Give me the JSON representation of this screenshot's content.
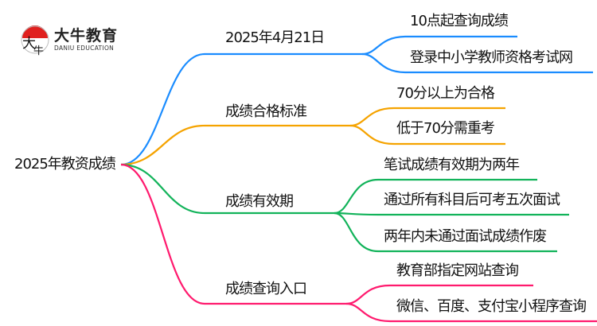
{
  "logo": {
    "name_cn": "大牛教育",
    "name_en": "DANIU EDUCATION",
    "mark": "大牛"
  },
  "root": "2025年教资成绩",
  "colors": {
    "blue": "#1a8cff",
    "orange": "#f5a300",
    "green": "#12b35a",
    "pink": "#ff1a6e"
  },
  "branches": [
    {
      "label": "2025年4月21日",
      "children": [
        "10点起查询成绩",
        "登录中小学教师资格考试网"
      ]
    },
    {
      "label": "成绩合格标准",
      "children": [
        "70分以上为合格",
        "低于70分需重考"
      ]
    },
    {
      "label": "成绩有效期",
      "children": [
        "笔试成绩有效期为两年",
        "通过所有科目后可考五次面试",
        "两年内未通过面试成绩作废"
      ]
    },
    {
      "label": "成绩查询入口",
      "children": [
        "教育部指定网站查询",
        "微信、百度、支付宝小程序查询"
      ]
    }
  ]
}
